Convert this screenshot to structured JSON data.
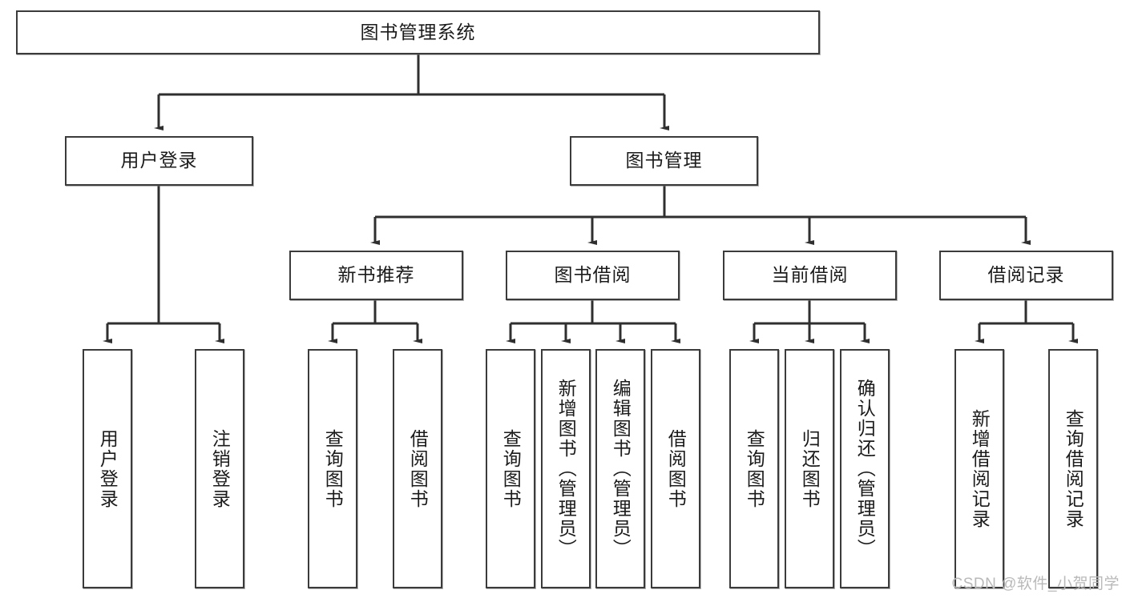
{
  "diagram": {
    "title": "图书管理系统",
    "type": "tree",
    "watermark": "CSDN @软件_小贺同学",
    "stroke_color": "#3b3b3b",
    "fill_color": "#ffffff",
    "text_color": "#1b1b1b",
    "watermark_color": "#b9b9b9"
  },
  "nodes": {
    "root": {
      "label": "图书管理系统",
      "level": 1,
      "orientation": "horizontal"
    },
    "l2": [
      {
        "id": "user-login",
        "label": "用户登录",
        "level": 2,
        "orientation": "horizontal"
      },
      {
        "id": "book-manage",
        "label": "图书管理",
        "level": 2,
        "orientation": "horizontal"
      }
    ],
    "l3": [
      {
        "id": "new-book-recommend",
        "label": "新书推荐",
        "level": 3,
        "orientation": "horizontal"
      },
      {
        "id": "book-borrow",
        "label": "图书借阅",
        "level": 3,
        "orientation": "horizontal"
      },
      {
        "id": "current-borrow",
        "label": "当前借阅",
        "level": 3,
        "orientation": "horizontal"
      },
      {
        "id": "borrow-record",
        "label": "借阅记录",
        "level": 3,
        "orientation": "horizontal"
      }
    ],
    "leaves": [
      {
        "id": "leaf-user-login",
        "label": "用户登录",
        "parent": "user-login",
        "orientation": "vertical"
      },
      {
        "id": "leaf-logout",
        "label": "注销登录",
        "parent": "user-login",
        "orientation": "vertical"
      },
      {
        "id": "leaf-query-book-1",
        "label": "查询图书",
        "parent": "new-book-recommend",
        "orientation": "vertical"
      },
      {
        "id": "leaf-borrow-book-1",
        "label": "借阅图书",
        "parent": "new-book-recommend",
        "orientation": "vertical"
      },
      {
        "id": "leaf-query-book-2",
        "label": "查询图书",
        "parent": "book-borrow",
        "orientation": "vertical"
      },
      {
        "id": "leaf-add-book",
        "label": "新增图书（管理员）",
        "parent": "book-borrow",
        "orientation": "vertical"
      },
      {
        "id": "leaf-edit-book",
        "label": "编辑图书（管理员）",
        "parent": "book-borrow",
        "orientation": "vertical"
      },
      {
        "id": "leaf-borrow-book-2",
        "label": "借阅图书",
        "parent": "book-borrow",
        "orientation": "vertical"
      },
      {
        "id": "leaf-query-book-3",
        "label": "查询图书",
        "parent": "current-borrow",
        "orientation": "vertical"
      },
      {
        "id": "leaf-return-book",
        "label": "归还图书",
        "parent": "current-borrow",
        "orientation": "vertical"
      },
      {
        "id": "leaf-confirm-return",
        "label": "确认归还（管理员）",
        "parent": "current-borrow",
        "orientation": "vertical"
      },
      {
        "id": "leaf-add-record",
        "label": "新增借阅记录",
        "parent": "borrow-record",
        "orientation": "vertical"
      },
      {
        "id": "leaf-query-record",
        "label": "查询借阅记录",
        "parent": "borrow-record",
        "orientation": "vertical"
      }
    ]
  }
}
